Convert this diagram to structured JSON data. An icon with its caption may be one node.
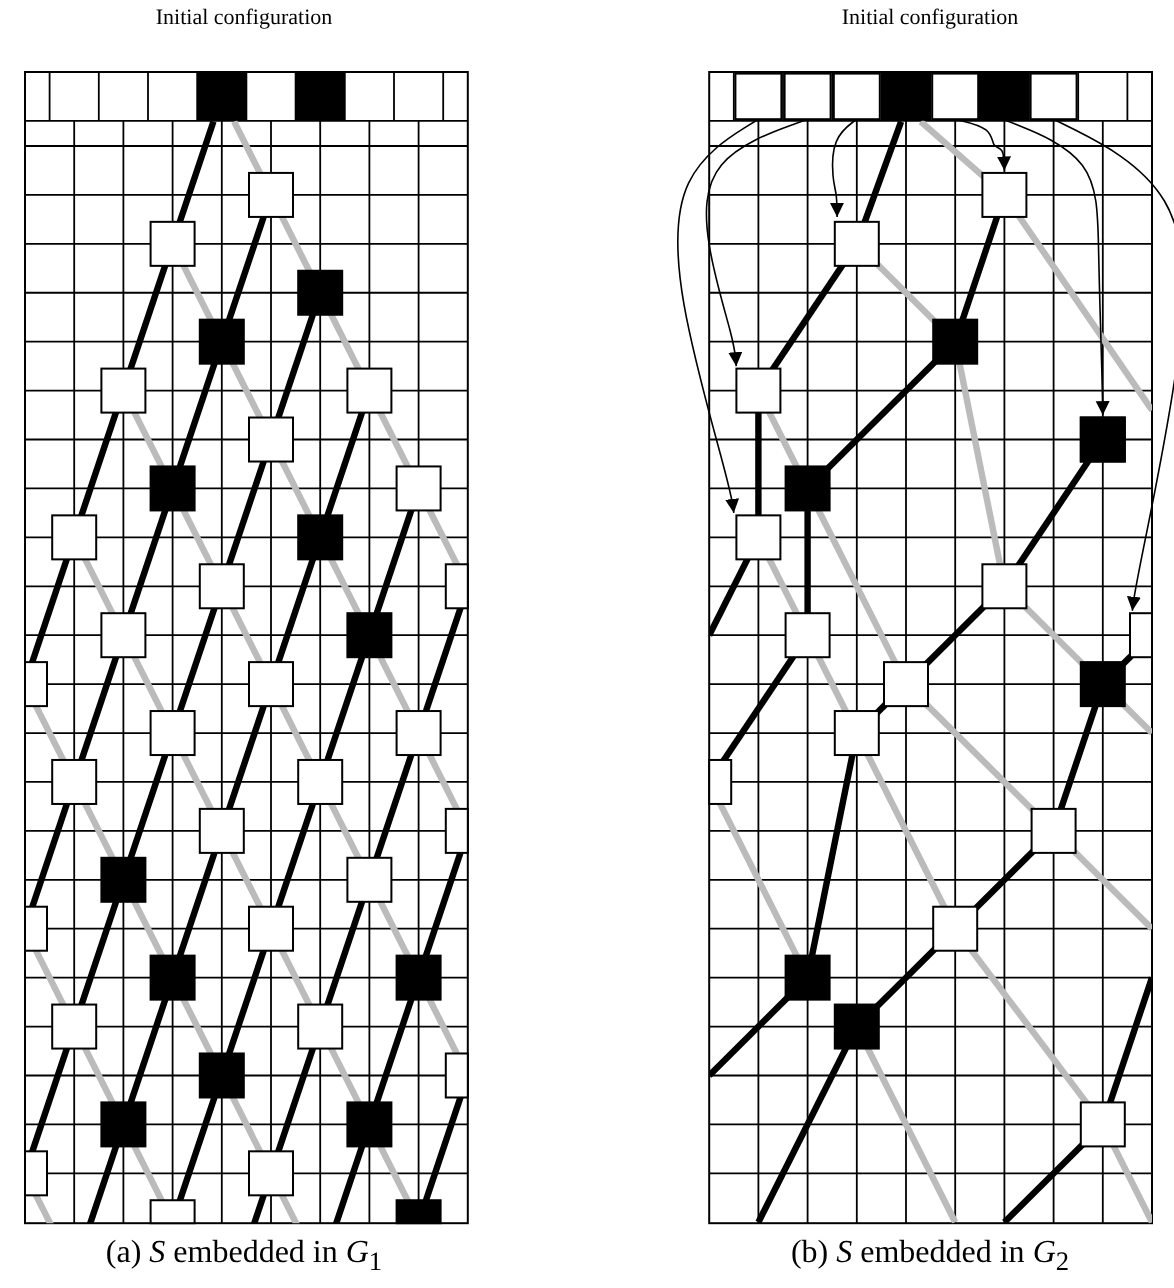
{
  "diagram": {
    "nodes": [
      {
        "text": [],
        "shape": "box"
      },
      {
        "text": [],
        "shape": "box"
      },
      {
        "text": [],
        "shape": "box"
      },
      {
        "text": [],
        "shape": "box"
      },
      {
        "text": [],
        "shape": "box"
      },
      {
        "text": [],
        "shape": "box"
      },
      {
        "text": [],
        "shape": "box"
      },
      {
        "text": [],
        "shape": "box"
      },
      {
        "text": [],
        "shape": "box"
      },
      {
        "text": [],
        "shape": "box"
      },
      {
        "text": [],
        "shape": "box"
      },
      {
        "text": [],
        "shape": "box"
      }
    ],
    "edges": [
      {
        "from": 0,
        "to": 10,
        "arrow": "to"
      },
      {
        "from": 1,
        "to": 8,
        "arrow": "to"
      },
      {
        "from": 2,
        "to": 7,
        "arrow": "to"
      },
      {
        "from": 3,
        "to": 6,
        "arrow": "to"
      },
      {
        "from": 4,
        "to": 9,
        "arrow": "to"
      },
      {
        "from": 5,
        "to": 11,
        "arrow": "to"
      }
    ],
    "labels": [
      "Initial configuration",
      "Initial configuration",
      "(a) *S* embedded in *G*$_{1}$",
      "(b) *S* embedded in *G*$_{2}$"
    ]
  }
}
